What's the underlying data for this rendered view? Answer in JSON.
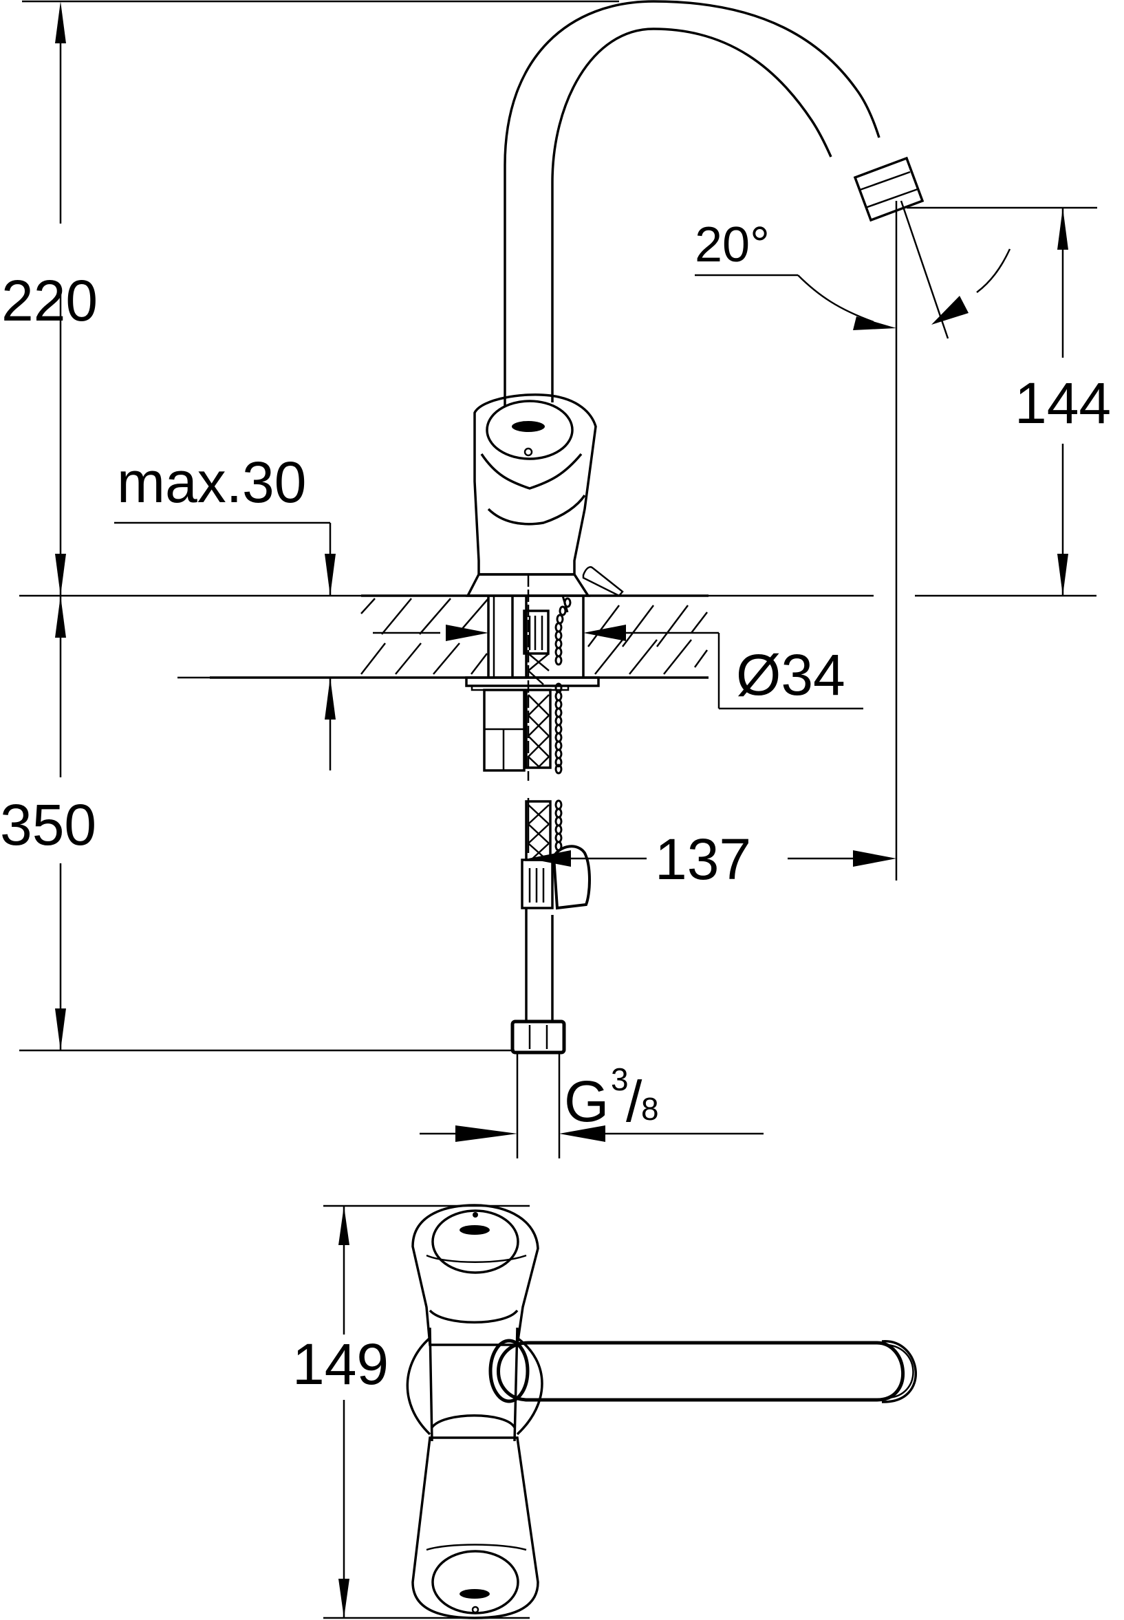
{
  "drawing": {
    "title": "Basin mixer tap technical dimension drawing",
    "views": [
      "side-elevation",
      "top-plan"
    ],
    "line_color": "#000000",
    "background": "#ffffff"
  },
  "dimensions": {
    "total_height_above_deck": "220",
    "spout_outlet_height": "144",
    "spout_swivel_angle": "20°",
    "max_deck_thickness": "max.30",
    "mounting_hole_diameter": "Ø34",
    "hose_length": "350",
    "spout_projection": "137",
    "connection_thread_base": "G",
    "connection_thread_num": "3",
    "connection_thread_slash": "/",
    "connection_thread_den": "8",
    "plan_depth": "149"
  }
}
